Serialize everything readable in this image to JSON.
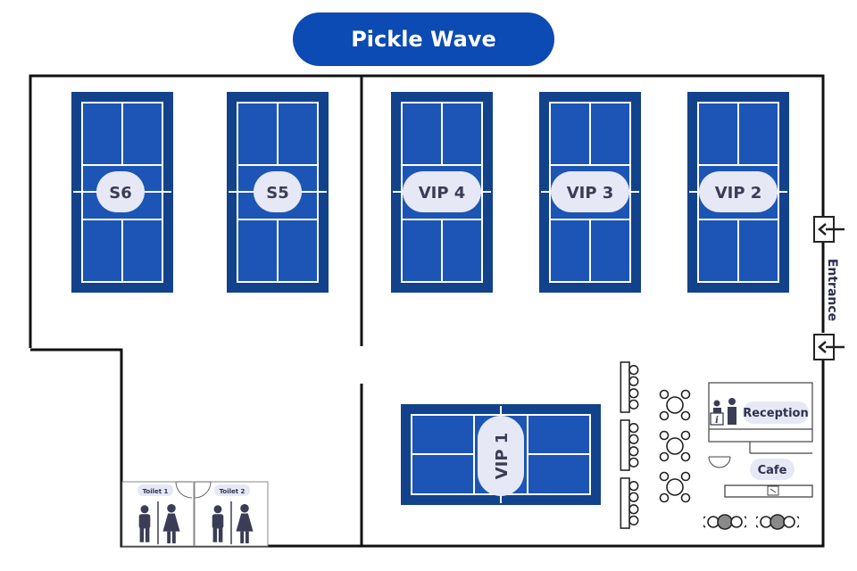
{
  "title": "Pickle Wave",
  "courts": {
    "s6": "S6",
    "s5": "S5",
    "vip4": "VIP 4",
    "vip3": "VIP 3",
    "vip2": "VIP 2",
    "vip1": "VIP 1"
  },
  "labels": {
    "entrance": "Entrance",
    "reception": "Reception",
    "cafe": "Cafe",
    "toilet1": "Toilet 1",
    "toilet2": "Toilet 2"
  },
  "colors": {
    "court_outer": "#12428c",
    "court_inner": "#1c55b5",
    "court_lines": "#ffffff",
    "title_bg": "#0c4ab4",
    "walls": "#111111",
    "label_bg": "#e6e8f5"
  },
  "icons": [
    "entrance-arrow-icon",
    "reception-desk-icon",
    "toilet-person-icon",
    "table-chairs-icon",
    "bench-icon"
  ]
}
